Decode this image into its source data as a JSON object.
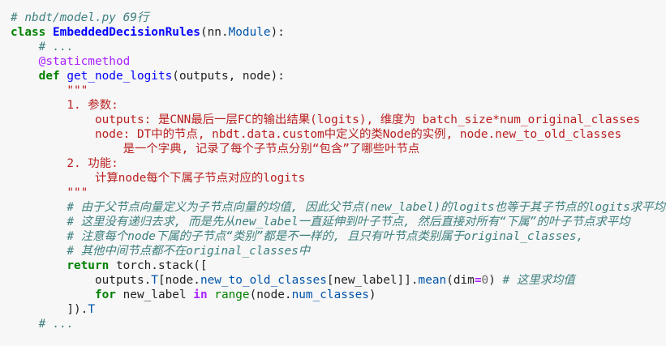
{
  "code": {
    "l1": {
      "comment": "# nbdt/model.py 69行"
    },
    "l2": {
      "kw": "class",
      "name": "EmbeddedDecisionRules",
      "rest_a": "(nn.",
      "base": "Module",
      "rest_b": "):"
    },
    "l3": {
      "comment": "# ..."
    },
    "l4": {
      "decorator": "@staticmethod"
    },
    "l5": {
      "kw": "def",
      "name": "get_node_logits",
      "rest": "(outputs, node):"
    },
    "l6": {
      "doc": "\"\"\""
    },
    "l7": {
      "doc": "1. 参数:"
    },
    "l8": {
      "doc": "outputs: 是CNN最后一层FC的输出结果(logits), 维度为 batch_size*num_original_classes"
    },
    "l9": {
      "doc": "node: DT中的节点, nbdt.data.custom中定义的类Node的实例, node.new_to_old_classes"
    },
    "l10": {
      "doc": "是一个字典, 记录了每个子节点分别“包含”了哪些叶节点"
    },
    "l11": {
      "doc": "2. 功能:"
    },
    "l12": {
      "doc": "计算node每个下属子节点对应的logits"
    },
    "l13": {
      "doc": "\"\"\""
    },
    "l14": {
      "comment": "# 由于父节点向量定义为子节点向量的均值, 因此父节点(new_label)的logits也等于其子节点的logits求平均"
    },
    "l15": {
      "comment": "# 这里没有递归去求, 而是先从new_label一直延伸到叶子节点, 然后直接对所有“下属”的叶子节点求平均"
    },
    "l16": {
      "comment": "# 注意每个node下属的子节点“类别”都是不一样的, 且只有叶节点类别属于original_classes,"
    },
    "l17": {
      "comment": "# 其他中间节点都不在original_classes中"
    },
    "l18": {
      "kw": "return",
      "rest": " torch.stack(["
    },
    "l19": {
      "a": "outputs.",
      "b": "T",
      "c": "[node.",
      "d": "new_to_old_classes",
      "e": "[new_label]].",
      "f": "mean",
      "g": "(dim",
      "h": "=",
      "i": "0",
      "j": ") ",
      "comment": "# 这里求均值"
    },
    "l20": {
      "kw_for": "for",
      "a": " new_label ",
      "kw_in": "in",
      "b": " ",
      "builtin": "range",
      "c": "(node.",
      "d": "num_classes",
      "e": ")"
    },
    "l21": {
      "a": "]).",
      "b": "T"
    },
    "l22": {
      "comment": "# ..."
    }
  },
  "colors": {
    "background": "#f7f7f7",
    "comment": "#408080",
    "keyword": "#008000",
    "class_name": "#0000ff",
    "function_name": "#0000ff",
    "decorator": "#aa22ff",
    "docstring": "#ba2121",
    "attribute": "#0055aa"
  }
}
